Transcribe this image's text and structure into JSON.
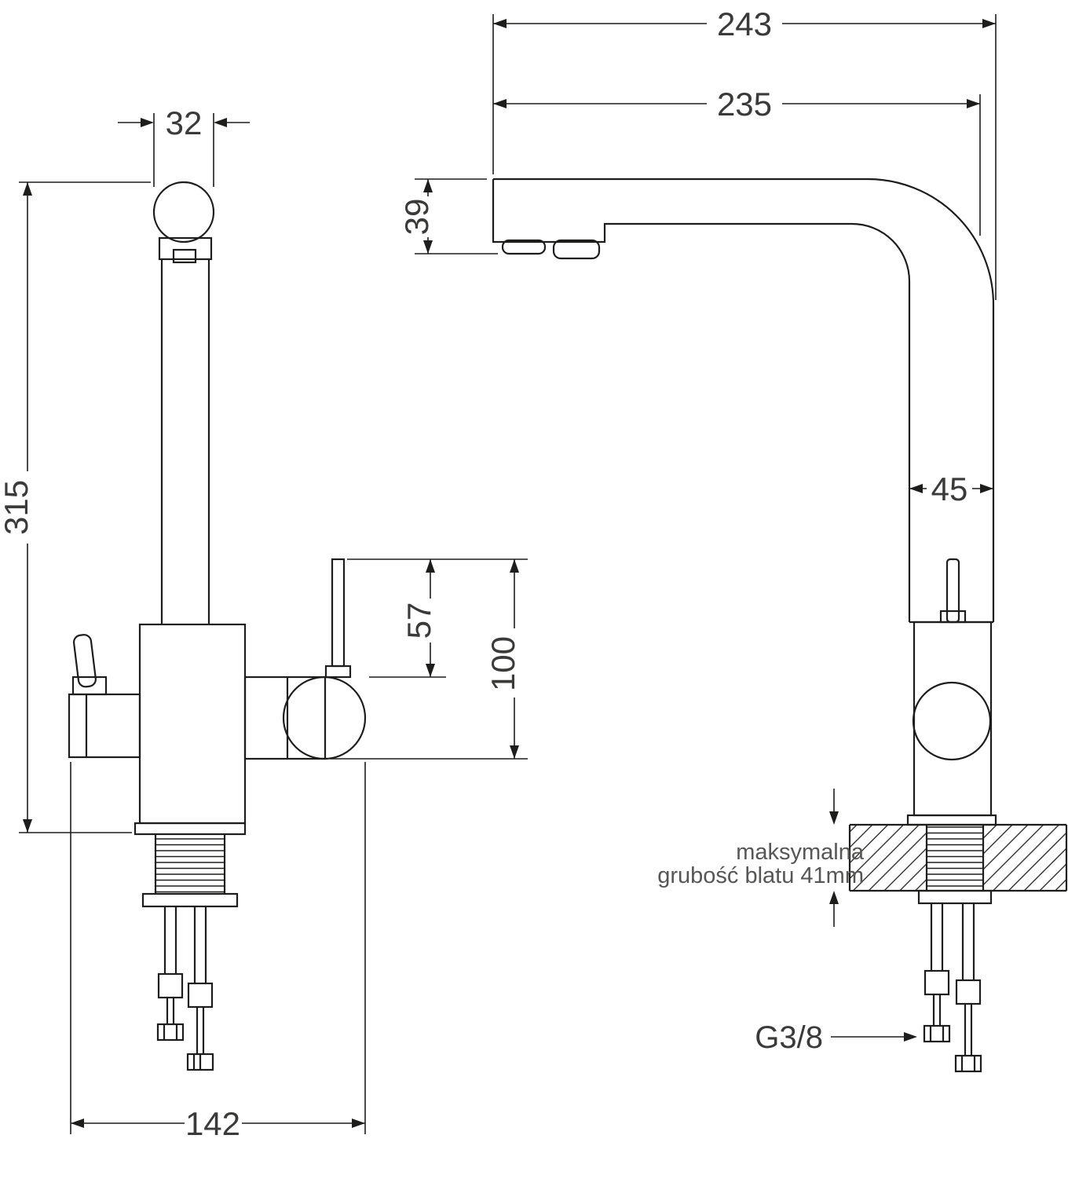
{
  "labels": {
    "dim_243": "243",
    "dim_235": "235",
    "dim_39": "39",
    "dim_32": "32",
    "dim_315": "315",
    "dim_45": "45",
    "dim_57": "57",
    "dim_100": "100",
    "dim_142": "142",
    "thread_size": "G3/8",
    "note_line1": "maksymalna",
    "note_line2": "grubość blatu 41mm"
  },
  "colors": {
    "line": "#1d1d1b",
    "dimension_text": "#3a3a39",
    "note_text": "#565655",
    "background": "#ffffff"
  }
}
